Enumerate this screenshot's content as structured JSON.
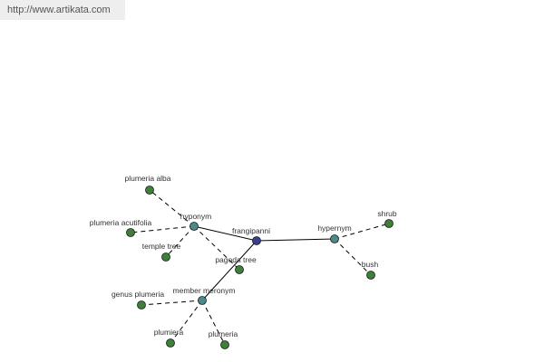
{
  "header": {
    "url": "http://www.artikata.com"
  },
  "graph": {
    "nodes": [
      {
        "id": "frangipanni",
        "label": "frangipanni",
        "kind": "center"
      },
      {
        "id": "hyponym",
        "label": "hyponym",
        "kind": "relation"
      },
      {
        "id": "hypernym",
        "label": "hypernym",
        "kind": "relation"
      },
      {
        "id": "member-meronym",
        "label": "member meronym",
        "kind": "relation"
      },
      {
        "id": "plumeria-alba",
        "label": "plumeria alba",
        "kind": "leaf"
      },
      {
        "id": "plumeria-acutifolia",
        "label": "plumeria acutifolia",
        "kind": "leaf"
      },
      {
        "id": "temple-tree",
        "label": "temple tree",
        "kind": "leaf"
      },
      {
        "id": "pagoda-tree",
        "label": "pagoda tree",
        "kind": "leaf"
      },
      {
        "id": "shrub",
        "label": "shrub",
        "kind": "leaf"
      },
      {
        "id": "bush",
        "label": "bush",
        "kind": "leaf"
      },
      {
        "id": "genus-plumeria",
        "label": "genus plumeria",
        "kind": "leaf"
      },
      {
        "id": "plumiera",
        "label": "plumiera",
        "kind": "leaf"
      },
      {
        "id": "plumeria",
        "label": "plumeria",
        "kind": "leaf"
      }
    ],
    "edges": [
      {
        "from": "frangipanni",
        "to": "hyponym",
        "style": "solid"
      },
      {
        "from": "frangipanni",
        "to": "hypernym",
        "style": "solid"
      },
      {
        "from": "frangipanni",
        "to": "member-meronym",
        "style": "solid"
      },
      {
        "from": "hyponym",
        "to": "plumeria-alba",
        "style": "dashed"
      },
      {
        "from": "hyponym",
        "to": "plumeria-acutifolia",
        "style": "dashed"
      },
      {
        "from": "hyponym",
        "to": "temple-tree",
        "style": "dashed"
      },
      {
        "from": "hyponym",
        "to": "pagoda-tree",
        "style": "dashed"
      },
      {
        "from": "hypernym",
        "to": "shrub",
        "style": "dashed"
      },
      {
        "from": "hypernym",
        "to": "bush",
        "style": "dashed"
      },
      {
        "from": "member-meronym",
        "to": "genus-plumeria",
        "style": "dashed"
      },
      {
        "from": "member-meronym",
        "to": "plumiera",
        "style": "dashed"
      },
      {
        "from": "member-meronym",
        "to": "plumeria",
        "style": "dashed"
      }
    ]
  },
  "colors": {
    "center": "#3a3f8f",
    "relation": "#4a8a8a",
    "leaf": "#3f7f3a",
    "stroke": "#1a1a1a",
    "edge": "#000000"
  }
}
